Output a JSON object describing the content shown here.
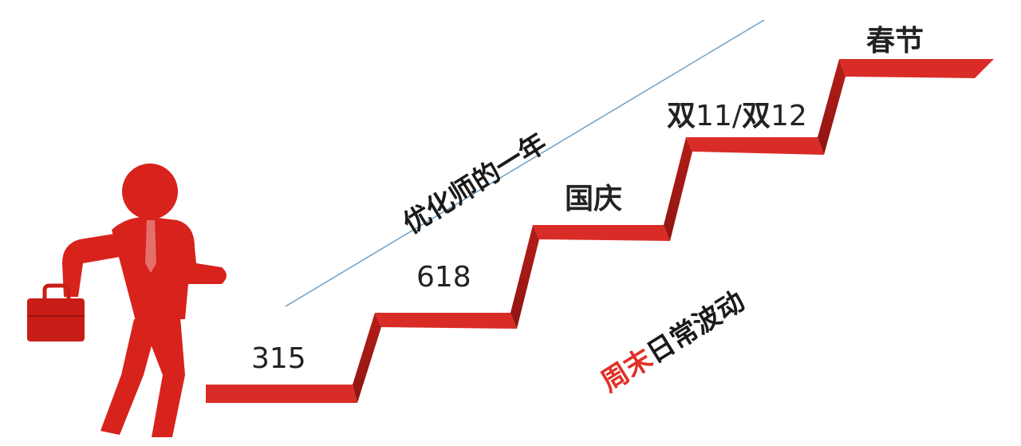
{
  "title": "优化师的一年",
  "stairs": [
    {
      "label": "315"
    },
    {
      "label": "618"
    },
    {
      "label": "国庆"
    },
    {
      "label_parts": [
        "双",
        "11/",
        "双",
        "12"
      ]
    },
    {
      "label": "春节"
    }
  ],
  "note": {
    "highlight": "周末",
    "rest": "日常波动"
  },
  "colors": {
    "stair": "#d92c26",
    "stair_dark": "#a81b17",
    "figure": "#d8221c",
    "line": "#6f9fc4",
    "highlight": "#e03027"
  },
  "icons": [
    "businessman-icon",
    "briefcase-icon"
  ]
}
